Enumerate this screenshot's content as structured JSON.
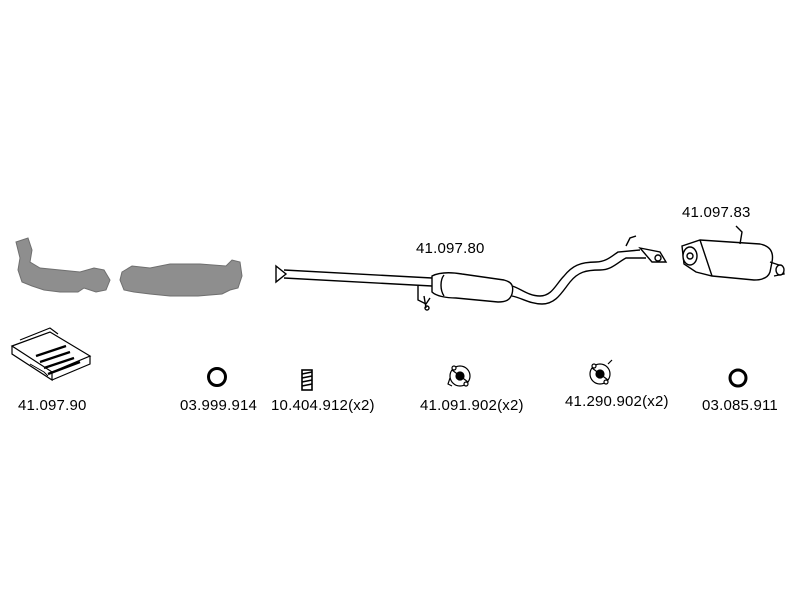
{
  "parts": {
    "front_pipe": {
      "part_no": "",
      "shown": "grey-silhouette"
    },
    "catalytic_converter": {
      "part_no": "",
      "shown": "grey-silhouette"
    },
    "middle_section": {
      "part_no": "41.097.80"
    },
    "rear_silencer": {
      "part_no": "41.097.83"
    },
    "mounting_kit": {
      "part_no": "41.097.90"
    },
    "ring_1": {
      "part_no": "03.999.914"
    },
    "spring": {
      "part_no": "10.404.912(x2)"
    },
    "rubber_mount_1": {
      "part_no": "41.091.902(x2)"
    },
    "rubber_mount_2": {
      "part_no": "41.290.902(x2)"
    },
    "ring_2": {
      "part_no": "03.085.911"
    }
  },
  "colors": {
    "silhouette": "#8e8e8e",
    "line": "#000000",
    "background": "#ffffff"
  }
}
